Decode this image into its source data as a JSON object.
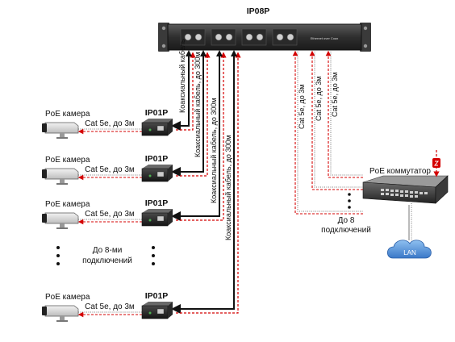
{
  "diagram": {
    "main_device": {
      "label": "IP08P",
      "panel_text": "Ethernet over Coax"
    },
    "receivers": [
      {
        "camera_label": "PoE камера",
        "device_label": "IP01P",
        "cable_label": "Cat 5e, до 3м"
      },
      {
        "camera_label": "PoE камера",
        "device_label": "IP01P",
        "cable_label": "Cat 5e, до 3м"
      },
      {
        "camera_label": "PoE камера",
        "device_label": "IP01P",
        "cable_label": "Cat 5e, до 3м"
      },
      {
        "camera_label": "PoE камера",
        "device_label": "IP01P",
        "cable_label": "Cat 5e, до 3м"
      }
    ],
    "more_connections_left": "До 8-ми подключений",
    "coax_labels": [
      "Коаксиальный кабель",
      "Коаксиальный кабель, до 300м",
      "Коаксиальный кабель, до 300м",
      "Коаксиальный кабель, до 300м"
    ],
    "cat5_labels": [
      "Cat 5e, до 3м",
      "Cat 5e, до 3м",
      "Cat 5e, до 3м"
    ],
    "switch": {
      "label": "PoE коммутатор"
    },
    "more_connections_right": "До 8 подключений",
    "lan_label": "LAN",
    "colors": {
      "coax": "#111111",
      "data_line": "#d40000",
      "cloud": "#3a78c8"
    }
  }
}
